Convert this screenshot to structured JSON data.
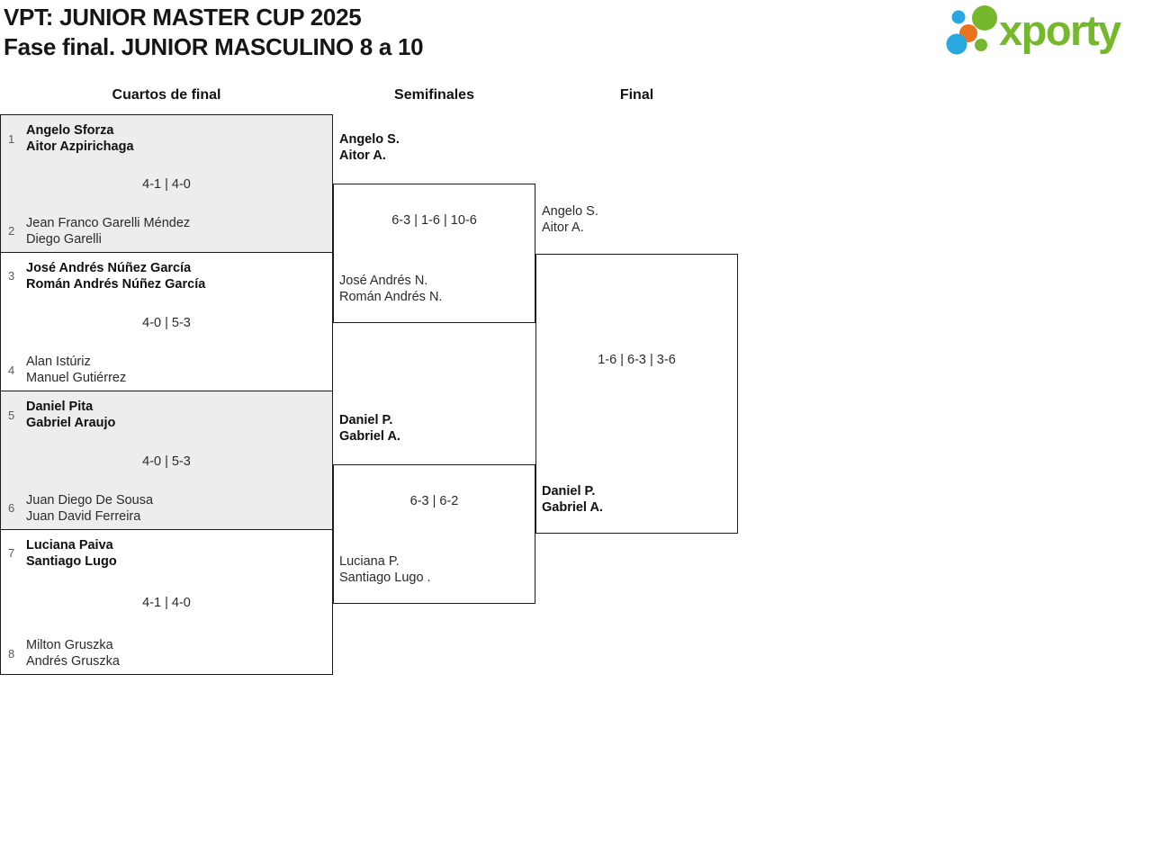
{
  "header": {
    "title_line1": "VPT: JUNIOR MASTER CUP 2025",
    "title_line2": "Fase final. JUNIOR MASCULINO 8 a 10",
    "logo_text": "xporty"
  },
  "columns": [
    {
      "label": "Cuartos de final"
    },
    {
      "label": "Semifinales"
    },
    {
      "label": "Final"
    }
  ],
  "colors": {
    "logo_green": "#76b82d",
    "logo_blue": "#29a8e0",
    "logo_orange": "#e8741f",
    "box_gray": "#ededed",
    "line": "#1c1c1c",
    "seed_gray": "#595959"
  },
  "bracket": {
    "quarterfinals": [
      {
        "seed_top": "1",
        "team_top": [
          "Angelo Sforza",
          "Aitor Azpirichaga"
        ],
        "score": "4-1 | 4-0",
        "seed_bottom": "2",
        "team_bottom": [
          "Jean Franco Garelli Méndez",
          "Diego Garelli"
        ]
      },
      {
        "seed_top": "3",
        "team_top": [
          "José Andrés Núñez García",
          "Román Andrés Núñez García"
        ],
        "score": "4-0 | 5-3",
        "seed_bottom": "4",
        "team_bottom": [
          "Alan Istúriz",
          "Manuel Gutiérrez"
        ]
      },
      {
        "seed_top": "5",
        "team_top": [
          "Daniel Pita",
          "Gabriel Araujo"
        ],
        "score": "4-0 | 5-3",
        "seed_bottom": "6",
        "team_bottom": [
          "Juan Diego De Sousa",
          "Juan David Ferreira"
        ]
      },
      {
        "seed_top": "7",
        "team_top": [
          "Luciana Paiva",
          "Santiago Lugo"
        ],
        "score": "4-1 | 4-0",
        "seed_bottom": "8",
        "team_bottom": [
          "Milton Gruszka",
          "Andrés Gruszka"
        ]
      }
    ],
    "semifinals": [
      {
        "team_top": [
          "Angelo S.",
          "Aitor A."
        ],
        "score": "6-3 | 1-6 | 10-6",
        "team_bottom": [
          "José Andrés N.",
          "Román Andrés N."
        ]
      },
      {
        "team_top": [
          "Daniel P.",
          "Gabriel A."
        ],
        "score": "6-3 | 6-2",
        "team_bottom": [
          "Luciana P.",
          "Santiago Lugo ."
        ]
      }
    ],
    "final": {
      "team_top": [
        "Angelo S.",
        "Aitor A."
      ],
      "score": "1-6 | 6-3 | 3-6",
      "team_bottom": [
        "Daniel P.",
        "Gabriel A."
      ]
    }
  }
}
